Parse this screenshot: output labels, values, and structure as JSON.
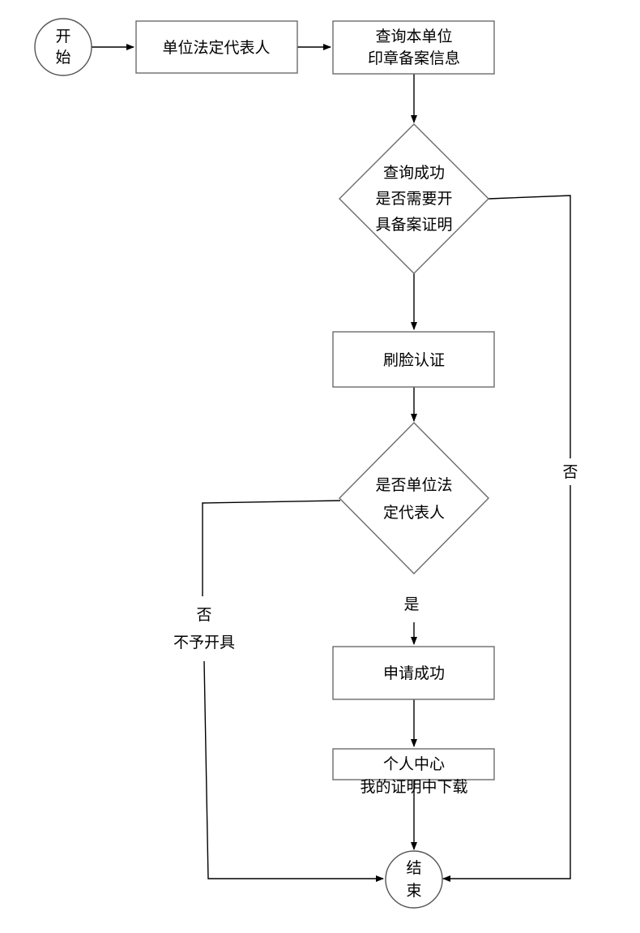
{
  "nodes": {
    "start": {
      "line1": "开",
      "line2": "始"
    },
    "legal_rep": {
      "label": "单位法定代表人"
    },
    "query": {
      "line1": "查询本单位",
      "line2": "印章备案信息"
    },
    "decision1": {
      "line1": "查询成功",
      "line2": "是否需要开",
      "line3": "具备案证明"
    },
    "face_auth": {
      "label": "刷脸认证"
    },
    "decision2": {
      "line1": "是否单位法",
      "line2": "定代表人"
    },
    "apply_success": {
      "label": "申请成功"
    },
    "download": {
      "line1": "个人中心",
      "line2": "我的证明中下载"
    },
    "end": {
      "line1": "结",
      "line2": "束"
    }
  },
  "edge_labels": {
    "no_right": "否",
    "no_left_line1": "否",
    "no_left_line2": "不予开具",
    "yes": "是"
  }
}
